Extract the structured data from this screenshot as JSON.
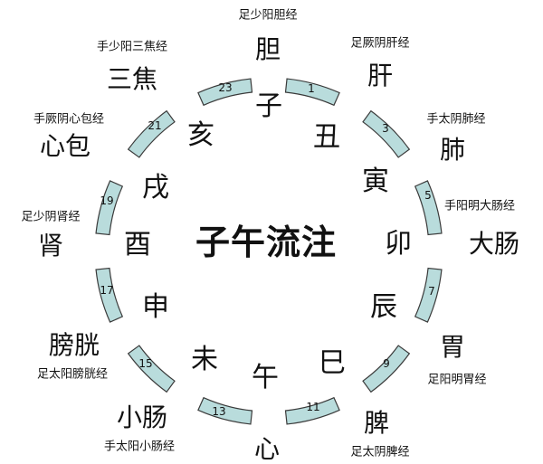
{
  "center_title": "子午流注",
  "hours": [
    "1",
    "3",
    "5",
    "7",
    "9",
    "11",
    "13",
    "15",
    "17",
    "19",
    "21",
    "23"
  ],
  "branches": [
    "子",
    "丑",
    "寅",
    "卯",
    "辰",
    "巳",
    "午",
    "未",
    "申",
    "酉",
    "戌",
    "亥"
  ],
  "organs": [
    "胆",
    "肝",
    "肺",
    "大肠",
    "胃",
    "脾",
    "心",
    "小肠",
    "膀胱",
    "肾",
    "心包",
    "三焦"
  ],
  "meridians": [
    "足少阳胆经",
    "足厥阴肝经",
    "手太阴肺经",
    "手阳明大肠经",
    "足阳明胃经",
    "足太阴脾经",
    "手太阳小肠经",
    "足太阳膀胱经",
    "足少阴肾经",
    "手厥阴心包经",
    "手少阳三焦经"
  ],
  "colors": {
    "segment_fill": "#b9dcdc",
    "segment_stroke": "#3a3a3a"
  }
}
